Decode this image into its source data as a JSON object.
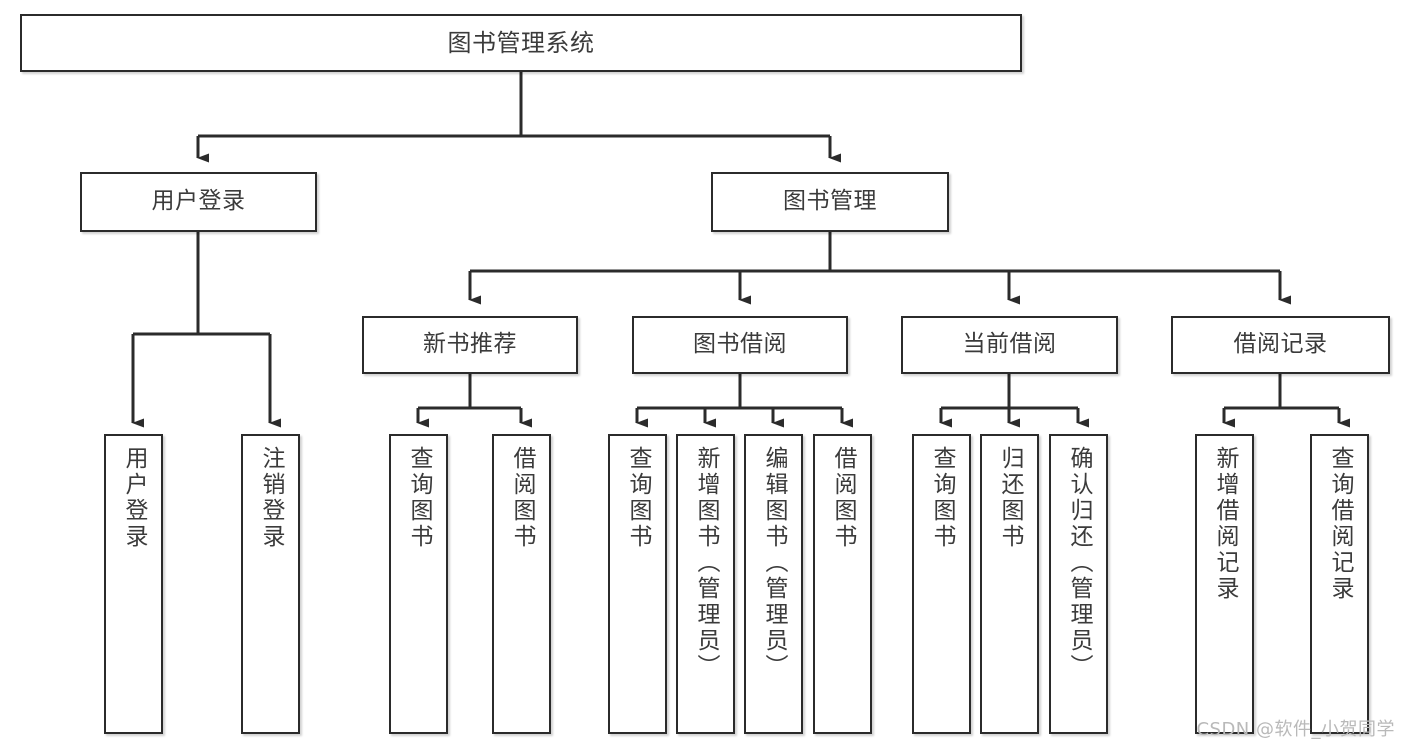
{
  "diagram": {
    "title": "图书管理系统",
    "type": "tree-hierarchy-chart",
    "root": {
      "label": "图书管理系统"
    },
    "level2": [
      {
        "label": "用户登录"
      },
      {
        "label": "图书管理"
      }
    ],
    "level3": [
      {
        "label": "新书推荐"
      },
      {
        "label": "图书借阅"
      },
      {
        "label": "当前借阅"
      },
      {
        "label": "借阅记录"
      }
    ],
    "leaves": {
      "user_login": [
        {
          "label": "用户登录"
        },
        {
          "label": "注销登录"
        }
      ],
      "new_book_recommend": [
        {
          "label": "查询图书"
        },
        {
          "label": "借阅图书"
        }
      ],
      "book_borrow": [
        {
          "label": "查询图书"
        },
        {
          "label": "新增图书（管理员）"
        },
        {
          "label": "编辑图书（管理员）"
        },
        {
          "label": "借阅图书"
        }
      ],
      "current_borrow": [
        {
          "label": "查询图书"
        },
        {
          "label": "归还图书"
        },
        {
          "label": "确认归还（管理员）"
        }
      ],
      "borrow_record": [
        {
          "label": "新增借阅记录"
        },
        {
          "label": "查询借阅记录"
        }
      ]
    }
  },
  "watermark": {
    "text": "CSDN @软件_小贺同学"
  },
  "colors": {
    "border": "#2b2b2b",
    "text": "#3b3b3b",
    "background": "#ffffff",
    "edge": "#2b2b2b",
    "watermark": "#b9b9b9"
  }
}
